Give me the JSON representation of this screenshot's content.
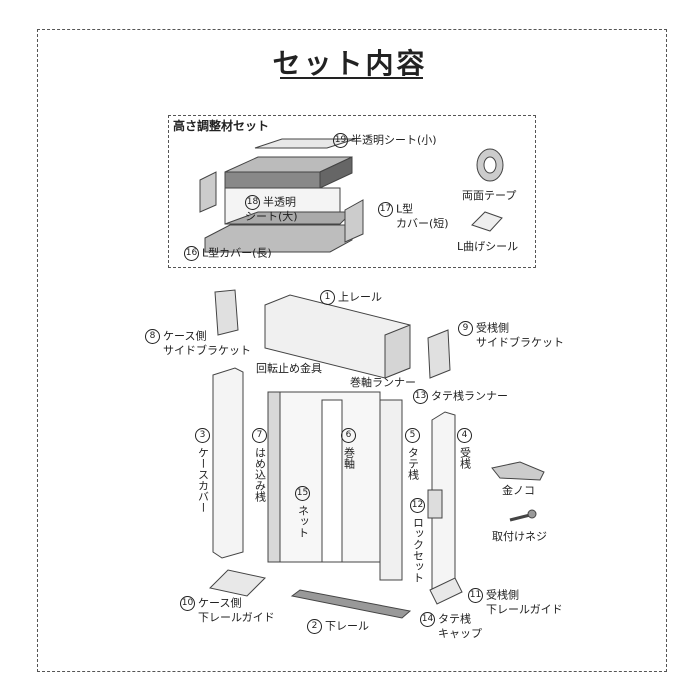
{
  "title": "セット内容",
  "subset": {
    "title": "高さ調整材セット",
    "items": [
      {
        "num": "19",
        "label": "半透明シート(小)"
      },
      {
        "num": "18",
        "label1": "半透明",
        "label2": "シート(大)"
      },
      {
        "num": "17",
        "label1": "L型",
        "label2": "カバー(短)"
      },
      {
        "num": "16",
        "label": "L型カバー(長)"
      }
    ],
    "tape": "両面テープ",
    "seal": "L曲げシール"
  },
  "parts": {
    "p1": {
      "num": "1",
      "label": "上レール"
    },
    "p2": {
      "num": "2",
      "label": "下レール"
    },
    "p3": {
      "num": "3",
      "label": "ケースカバー"
    },
    "p4": {
      "num": "4",
      "label": "受桟"
    },
    "p5": {
      "num": "5",
      "label": "タテ桟"
    },
    "p6": {
      "num": "6",
      "label": "巻軸"
    },
    "p7": {
      "num": "7",
      "label": "はめ込み桟"
    },
    "p8": {
      "num": "8",
      "label1": "ケース側",
      "label2": "サイドブラケット"
    },
    "p9": {
      "num": "9",
      "label1": "受桟側",
      "label2": "サイドブラケット"
    },
    "p10": {
      "num": "10",
      "label1": "ケース側",
      "label2": "下レールガイド"
    },
    "p11": {
      "num": "11",
      "label1": "受桟側",
      "label2": "下レールガイド"
    },
    "p12": {
      "num": "12",
      "label": "ロックセット"
    },
    "p13": {
      "num": "13",
      "label": "タテ桟ランナー"
    },
    "p14": {
      "num": "14",
      "label1": "タテ桟",
      "label2": "キャップ"
    },
    "p15": {
      "num": "15",
      "label": "ネット"
    },
    "rotation_stopper": "回転止め金具",
    "roll_runner": "巻軸ランナー",
    "kanenoko": "金ノコ",
    "screw": "取付けネジ"
  }
}
